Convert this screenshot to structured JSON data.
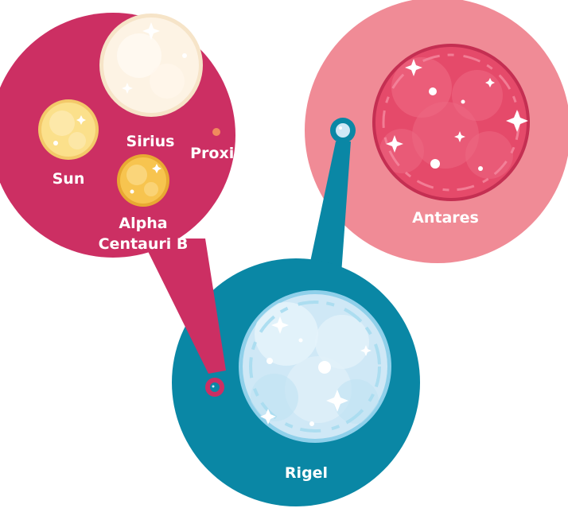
{
  "labels": {
    "sun": "Sun",
    "sirius": "Sirius",
    "proxima": "Proxima",
    "alpha_centauri_b_line1": "Alpha",
    "alpha_centauri_b_line2": "Centauri B",
    "antares": "Antares",
    "rigel": "Rigel"
  },
  "colors": {
    "magenta_bubble": "#cc2f63",
    "pink_bubble": "#f08b96",
    "teal_bubble": "#0a87a5",
    "sun": "#fbe08b",
    "sirius": "#fdf3e4",
    "proxima": "#f08a5d",
    "alpha_centauri_b": "#f7c44f",
    "antares": "#e54a6a",
    "rigel": "#cfe8f6"
  }
}
